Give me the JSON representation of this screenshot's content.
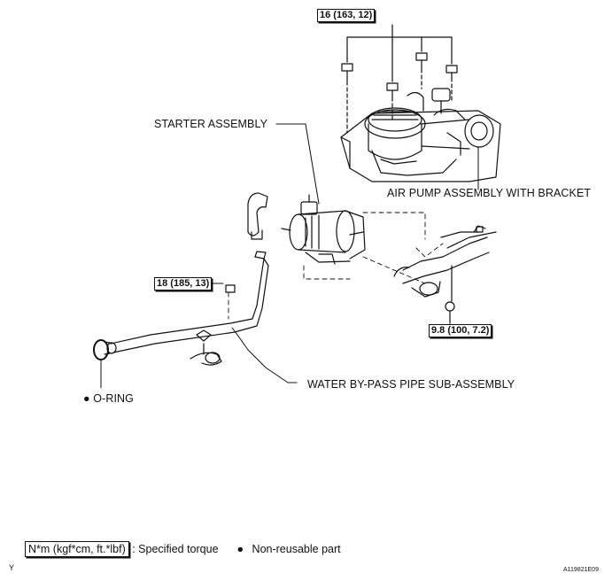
{
  "labels": {
    "starter": "STARTER ASSEMBLY",
    "air_pump": "AIR PUMP ASSEMBLY WITH BRACKET",
    "water_pipe": "WATER BY-PASS PIPE SUB-ASSEMBLY",
    "o_ring": "O-RING"
  },
  "torques": {
    "t1": "16 (163, 12)",
    "t2": "18 (185, 13)",
    "t3": "9.8 (100, 7.2)"
  },
  "legend": {
    "torque_unit": "N*m (kgf*cm, ft.*lbf)",
    "torque_desc": ": Specified torque",
    "bullet": "●",
    "nonreusable": "Non-reusable part"
  },
  "corner": {
    "left": "Y",
    "code": "A119821E09"
  }
}
